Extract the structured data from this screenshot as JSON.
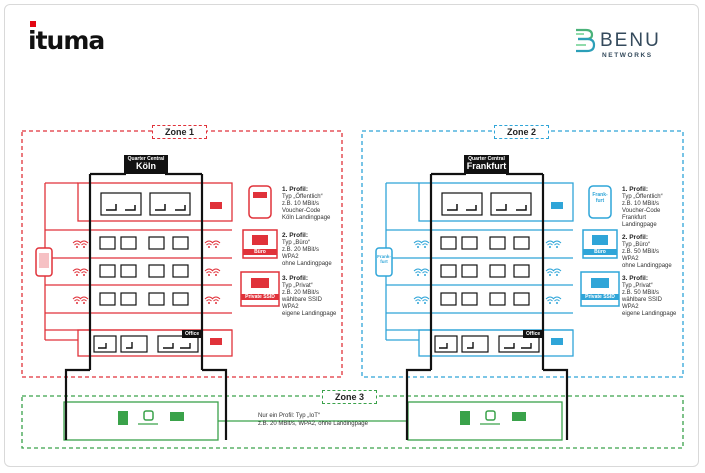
{
  "header": {
    "ituma_logo": "ituma",
    "benu_name": "BENU",
    "benu_sub": "NETWORKS"
  },
  "colors": {
    "zone1": "#e0323a",
    "zone2": "#2fa5d8",
    "zone3": "#3aa24a",
    "building": "#111111"
  },
  "zones": [
    {
      "label": "Zone 1",
      "building_small": "Quarter Central",
      "building_name": "Köln",
      "office": "Office",
      "phone_label": "",
      "profiles": [
        {
          "num": "1. Profil:",
          "lines": [
            "Typ „Öffentlich“",
            "z.B. 10 MBit/s",
            "Voucher-Code",
            "Köln Landingpage"
          ],
          "icon": "voucher-phone-icon",
          "icon_label": ""
        },
        {
          "num": "2. Profil:",
          "lines": [
            "Typ „Büro“",
            "z.B. 20 MBit/s",
            "WPA2",
            "ohne Landingpage"
          ],
          "icon": "printer-icon",
          "icon_label": "Büro"
        },
        {
          "num": "3. Profil:",
          "lines": [
            "Typ „Privat“",
            "z.B. 20 MBit/s",
            "wählbare SSID",
            "WPA2",
            "eigene Landingpage"
          ],
          "icon": "router-icon",
          "icon_label": "Private SSID"
        }
      ]
    },
    {
      "label": "Zone 2",
      "building_small": "Quarter Central",
      "building_name": "Frankfurt",
      "office": "Office",
      "phone_label": "Frank-furt",
      "profiles": [
        {
          "num": "1. Profil:",
          "lines": [
            "Typ „Öffentlich“",
            "z.B. 10 MBit/s",
            "Voucher-Code",
            "Frankfurt",
            "Landingpage"
          ],
          "icon": "voucher-phone-icon",
          "icon_label": "Frank-furt"
        },
        {
          "num": "2. Profil:",
          "lines": [
            "Typ „Büro“",
            "z.B. 50 MBit/s",
            "WPA2",
            "ohne Landingpage"
          ],
          "icon": "printer-icon",
          "icon_label": "Büro"
        },
        {
          "num": "3. Profil:",
          "lines": [
            "Typ „Privat“",
            "z.B. 50 MBit/s",
            "wählbare SSID",
            "WPA2",
            "eigene Landingpage"
          ],
          "icon": "router-icon",
          "icon_label": "Private SSID"
        }
      ]
    }
  ],
  "zone3": {
    "label": "Zone 3",
    "line1": "Nur ein Profil: Typ „IoT“",
    "line2": "z.B. 20 MBit/s, WPA2, ohne Landingpage"
  }
}
